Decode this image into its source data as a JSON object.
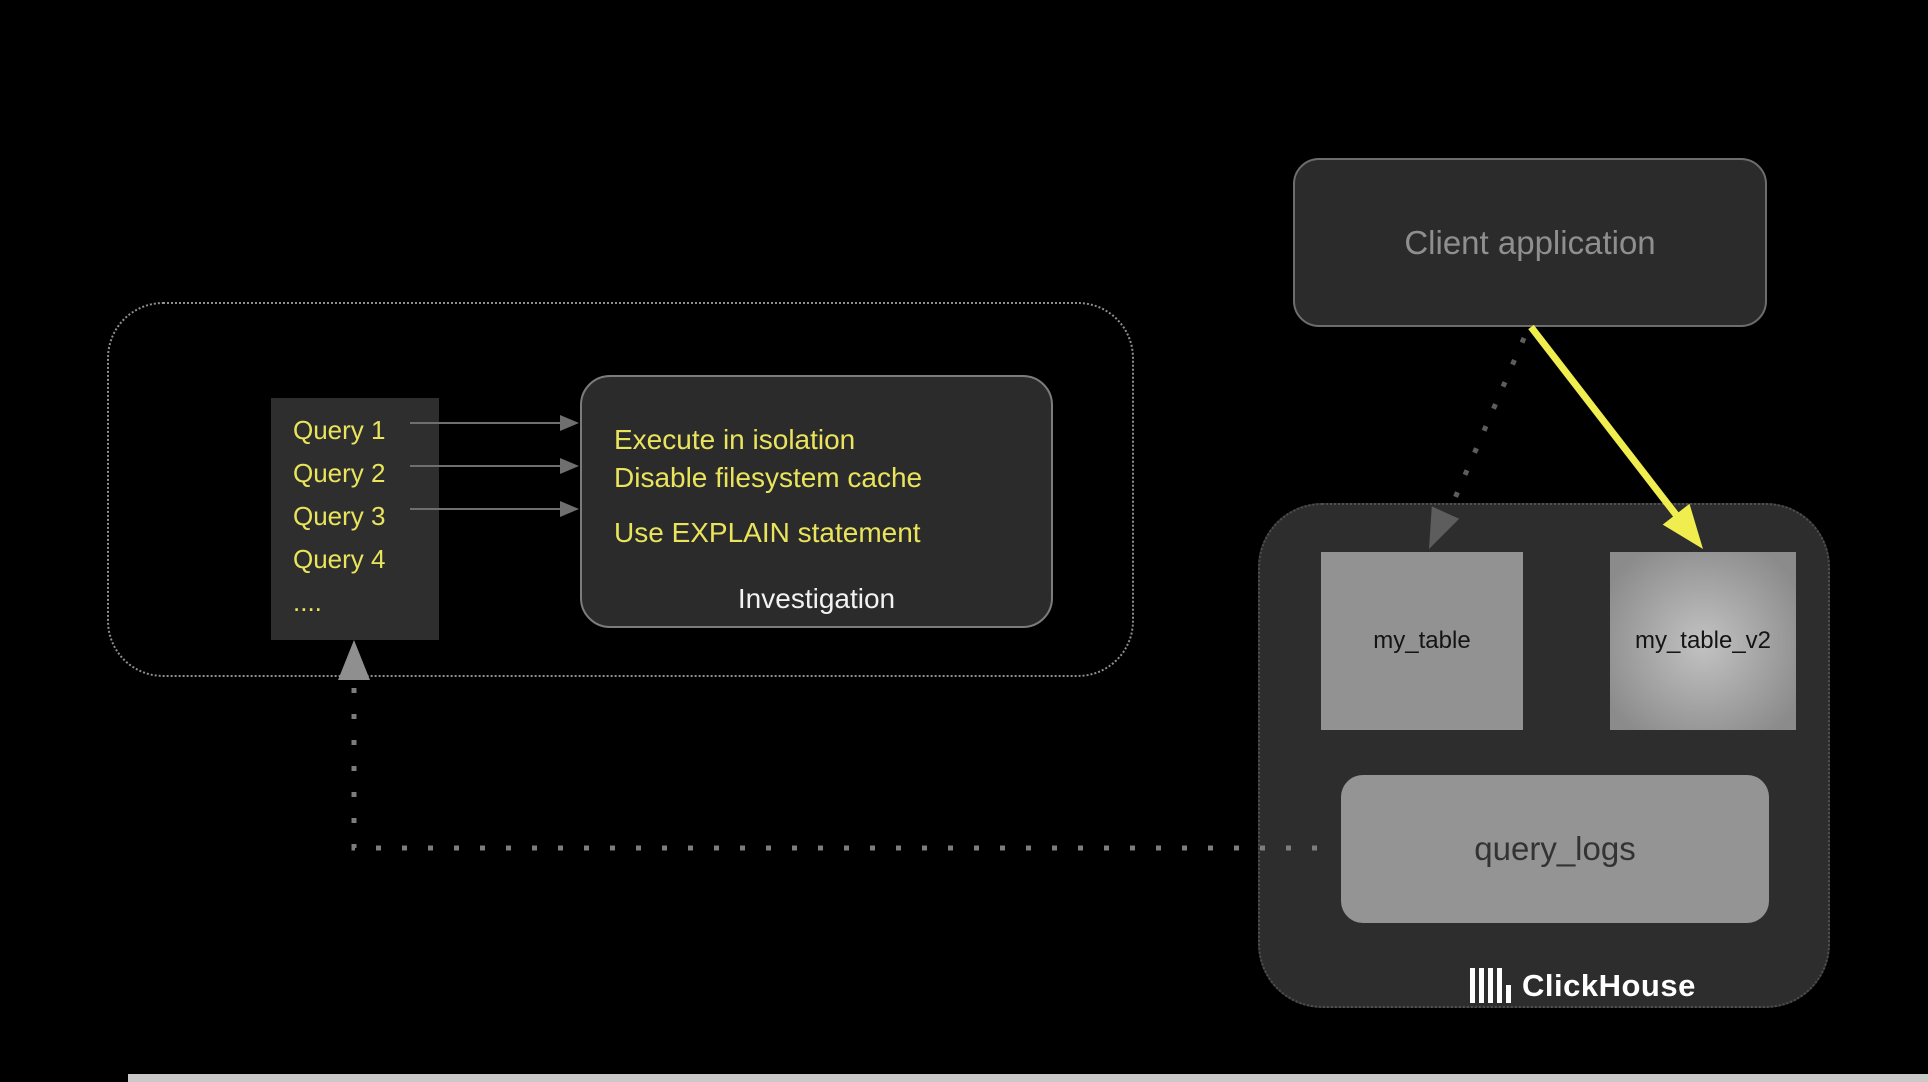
{
  "investigation_area": {
    "query_list": {
      "items": [
        "Query 1",
        "Query 2",
        "Query 3",
        "Query 4",
        "...."
      ]
    },
    "investigation_box": {
      "line1": "Execute in isolation",
      "line2": "Disable filesystem cache",
      "line3": "Use EXPLAIN statement",
      "caption": "Investigation"
    }
  },
  "client_application": {
    "label": "Client application"
  },
  "clickhouse": {
    "table1": "my_table",
    "table2": "my_table_v2",
    "query_logs": "query_logs",
    "brand": "ClickHouse"
  },
  "colors": {
    "background": "#000000",
    "dark_box": "#2b2b2b",
    "gray_node": "#929292",
    "text_yellow": "#e9e45c",
    "arrow_yellow": "#f0ee4e",
    "text_gray": "#8f8f8f",
    "dotted_connector_gray": "#7d7d7d"
  }
}
